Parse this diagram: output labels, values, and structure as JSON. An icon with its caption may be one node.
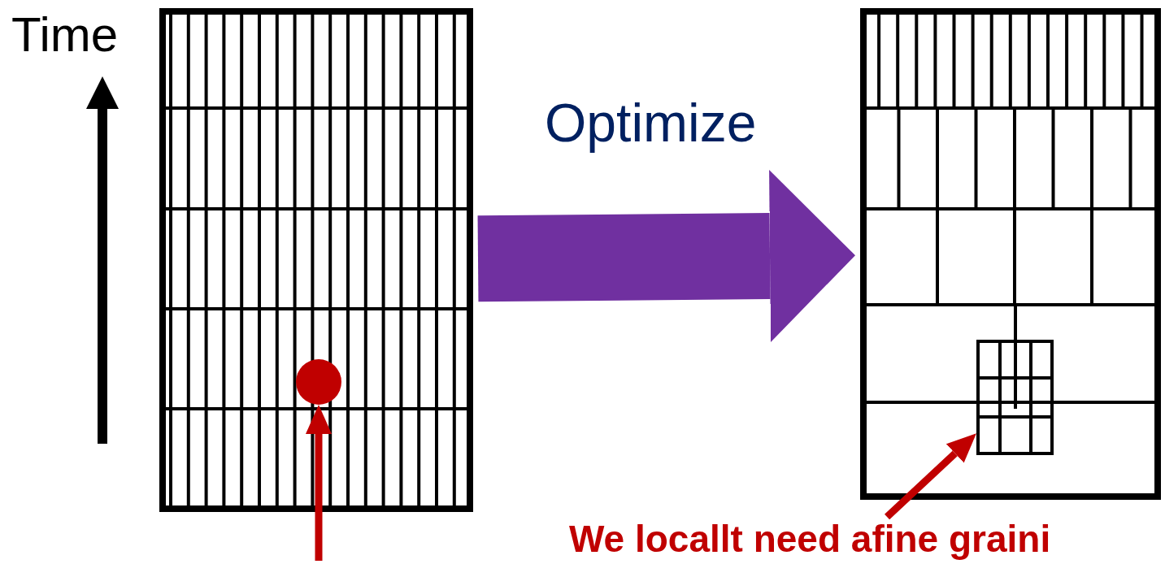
{
  "diagram": {
    "nodes": [
      {
        "text": [],
        "shape": "grid"
      },
      {
        "text": [],
        "shape": "circle",
        "in": 0
      },
      {
        "text": [],
        "shape": "grid"
      },
      {
        "text": [],
        "shape": "grid",
        "in": 2
      },
      {
        "text": [
          "We locallt need afine graini"
        ]
      }
    ],
    "edges": [
      {
        "from": 0,
        "to": 2,
        "arrow": "to",
        "label": "Optimize",
        "style": "thick",
        "color": "#7030a0"
      },
      {
        "from": null,
        "to": 1,
        "arrow": "to",
        "color": "#c00000"
      },
      {
        "from": 4,
        "to": 3,
        "arrow": "to",
        "color": "#c00000"
      }
    ],
    "labels": [
      "Time"
    ]
  }
}
